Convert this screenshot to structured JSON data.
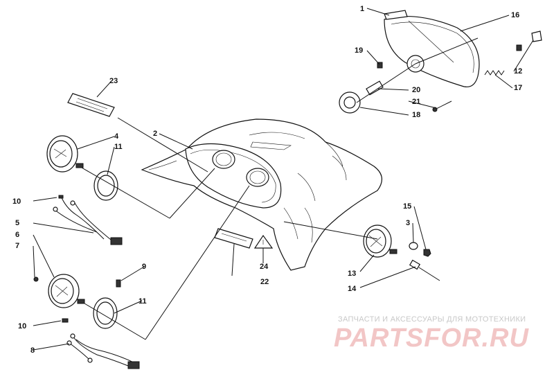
{
  "watermark": {
    "caption": "ЗАПЧАСТИ И АКСЕССУАРЫ ДЛЯ МОТОТЕХНИКИ",
    "brand": "PARTSFOR.RU"
  },
  "callouts": {
    "c1": "1",
    "c2": "2",
    "c3": "3",
    "c4": "4",
    "c5": "5",
    "c6": "6",
    "c7": "7",
    "c8": "8",
    "c9": "9",
    "c10a": "10",
    "c10b": "10",
    "c11a": "11",
    "c11b": "11",
    "c12": "12",
    "c13": "13",
    "c14": "14",
    "c15": "15",
    "c16": "16",
    "c17": "17",
    "c18": "18",
    "c19": "19",
    "c20": "20",
    "c21": "21",
    "c22": "22",
    "c23": "23",
    "c24": "24"
  }
}
